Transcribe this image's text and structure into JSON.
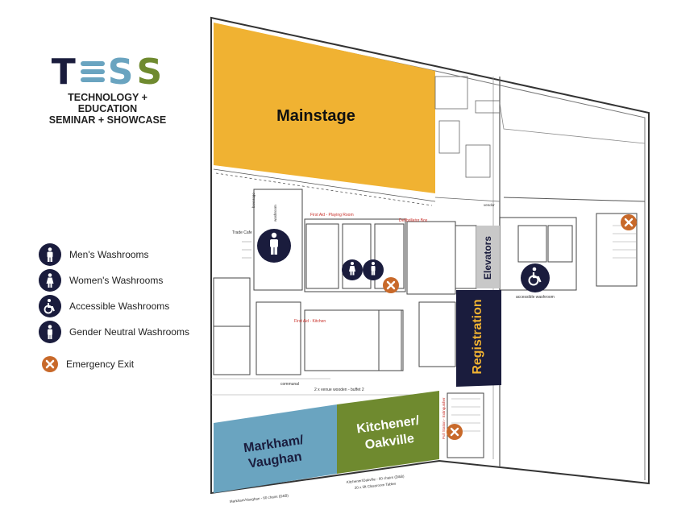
{
  "logo": {
    "letters": [
      "T",
      "E",
      "S",
      "S"
    ],
    "letter_colors": [
      "#1a1c3d",
      "#6aa4c0",
      "#6aa4c0",
      "#6f8a2f"
    ],
    "line1": "TECHNOLOGY + EDUCATION",
    "line2": "SEMINAR + SHOWCASE"
  },
  "legend": {
    "items": [
      {
        "icon": "mens-washroom-icon",
        "label": "Men's Washrooms"
      },
      {
        "icon": "womens-washroom-icon",
        "label": "Women's Washrooms"
      },
      {
        "icon": "accessible-washroom-icon",
        "label": "Accessible Washrooms"
      },
      {
        "icon": "gender-neutral-washroom-icon",
        "label": "Gender Neutral Washrooms"
      },
      {
        "icon": "emergency-exit-icon",
        "label": "Emergency Exit"
      }
    ]
  },
  "rooms": {
    "mainstage": "Mainstage",
    "registration": "Registration",
    "elevators": "Elevators",
    "markham_line1": "Markham/",
    "markham_line2": "Vaughan",
    "kitchener_line1": "Kitchener/",
    "kitchener_line2": "Oakville"
  },
  "annotations": {
    "first_aid_playing": "First Aid - Playing Room",
    "defibrillator": "Defibrillator Box",
    "first_aid_kitchen": "First Aid - Kitchen",
    "pull_station": "Pull Station - Extinguisher",
    "trade_cafe": "Trade Cafe",
    "buffet": "2 x venue wooden - buffet 2",
    "markham_caption": "Markham/Vaughan - 60 chairs (D&B)",
    "kitchener_caption": "Kitchener/Oakville - 60 chairs (D&B)",
    "classroom_caption": "20 x 5ft Classroom Tables",
    "accessible_washroom": "accessible washroom",
    "washroom": "washroom",
    "communal": "communal",
    "vendor": "vendor",
    "beverage": "beverage"
  },
  "colors": {
    "mainstage": "#f0b232",
    "registration": "#1a1c3d",
    "registration_text": "#f0b232",
    "elevators": "#c8c8c8",
    "markham": "#6aa4c0",
    "kitchener": "#6f8a2f",
    "icon_navy": "#1a1c3d",
    "exit_orange": "#c8692a",
    "annotation_red": "#c8302a",
    "wall": "#333333"
  }
}
